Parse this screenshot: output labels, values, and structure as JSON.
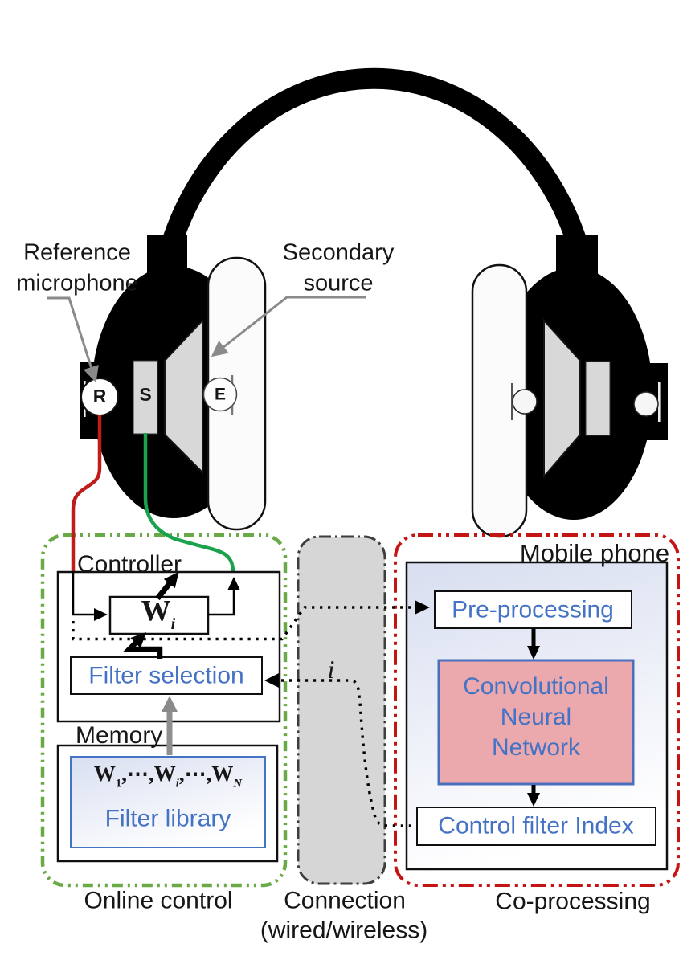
{
  "headphone": {
    "reference_label": [
      "Reference",
      "microphone"
    ],
    "secondary_label": [
      "Secondary",
      "source"
    ],
    "mic_r": "R",
    "speaker_s": "S",
    "error_e": "E"
  },
  "online_control": {
    "region_label": "Online control",
    "controller_label": "Controller",
    "memory_label": "Memory",
    "filter_selection": "Filter selection",
    "filter_library": "Filter library",
    "wi_formula": [
      {
        "t": "W"
      },
      {
        "t": "i",
        "sub": true,
        "italic": true
      }
    ],
    "library_formula": [
      {
        "t": "W"
      },
      {
        "t": "1",
        "sub": true
      },
      {
        "t": ",⋯,"
      },
      {
        "t": "W"
      },
      {
        "t": "i",
        "sub": true,
        "italic": true
      },
      {
        "t": ",⋯,"
      },
      {
        "t": "W"
      },
      {
        "t": "N",
        "sub": true,
        "italic": true
      }
    ]
  },
  "connection": {
    "label_line1": "Connection",
    "label_line2": "(wired/wireless)",
    "index_signal": "i"
  },
  "co_processing": {
    "region_label": "Co-processing",
    "device_label": "Mobile phone",
    "pre_processing": "Pre-processing",
    "cnn": [
      "Convolutional",
      "Neural",
      "Network"
    ],
    "control_filter_index": "Control filter Index"
  },
  "colors": {
    "accent_blue": "#4472c4",
    "cnn_fill": "#eba9ae",
    "online_border_green": "#6aaa46",
    "coprocessing_border_red": "#c51414",
    "connection_fill": "#d6d6d6",
    "wire_red": "#bf1d1d",
    "wire_green": "#1aa24c"
  }
}
